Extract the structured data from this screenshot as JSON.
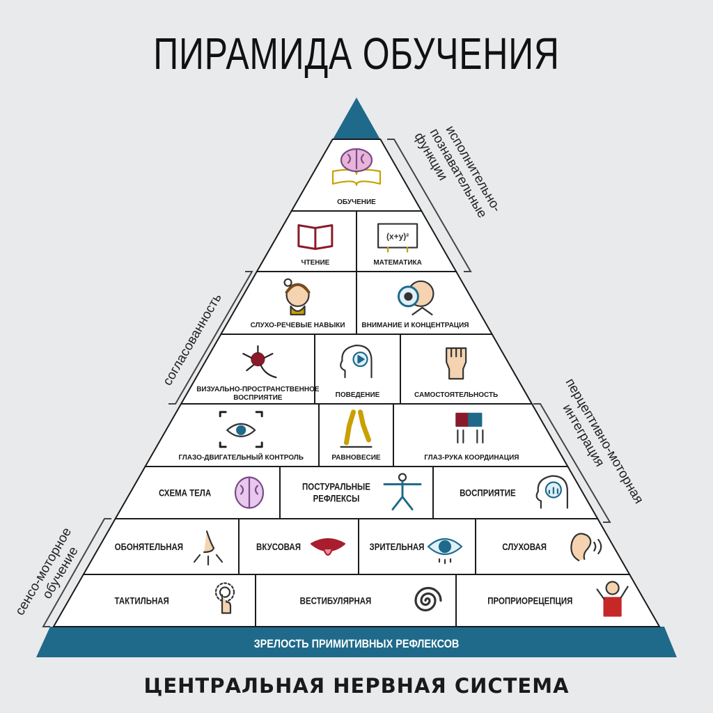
{
  "title": "ПИРАМИДА ОБУЧЕНИЯ",
  "footer": "ЦЕНТРАЛЬНАЯ НЕРВНАЯ СИСТЕМА",
  "base_label": "ЗРЕЛОСТЬ ПРИМИТИВНЫХ РЕФЛЕКСОВ",
  "colors": {
    "accent": "#1f6a8a",
    "line": "#1a1a1a",
    "background": "#e9eaec"
  },
  "rows": [
    {
      "cells": [
        {
          "label": "ОБУЧЕНИЕ",
          "icon": "brain-book-icon"
        }
      ]
    },
    {
      "cells": [
        {
          "label": "ЧТЕНИЕ",
          "icon": "book-icon"
        },
        {
          "label": "МАТЕМАТИКА",
          "icon": "formula-board-icon"
        }
      ]
    },
    {
      "cells": [
        {
          "label": "СЛУХО-РЕЧЕВЫЕ НАВЫКИ",
          "icon": "speaking-head-icon"
        },
        {
          "label": "ВНИМАНИЕ И КОНЦЕНТРАЦИЯ",
          "icon": "magnifier-person-icon"
        }
      ]
    },
    {
      "cells": [
        {
          "label": "ВИЗУАЛЬНО-ПРОСТРАНСТВЕННОЕ",
          "label2": "ВОСПРИЯТИЕ",
          "icon": "neuron-icon"
        },
        {
          "label": "ПОВЕДЕНИЕ",
          "icon": "head-gear-icon"
        },
        {
          "label": "САМОСТОЯТЕЛЬНОСТЬ",
          "icon": "raised-fist-icon"
        }
      ]
    },
    {
      "cells": [
        {
          "label": "ГЛАЗО-ДВИГАТЕЛЬНЫЙ КОНТРОЛЬ",
          "icon": "eye-focus-icon"
        },
        {
          "label": "РАВНОВЕСИЕ",
          "icon": "balancing-legs-icon"
        },
        {
          "label": "ГЛАЗ-РУКА КООРДИНАЦИЯ",
          "icon": "puzzle-hands-icon"
        }
      ]
    },
    {
      "cells": [
        {
          "label": "СХЕМА ТЕЛА",
          "icon": "brain-icon"
        },
        {
          "label": "ПОСТУРАЛЬНЫЕ",
          "label2": "РЕФЛЕКСЫ",
          "icon": "stretching-figure-icon"
        },
        {
          "label": "ВОСПРИЯТИЕ",
          "icon": "head-chart-icon"
        }
      ]
    },
    {
      "cells": [
        {
          "label": "ОБОНЯТЕЛЬНАЯ",
          "icon": "nose-icon"
        },
        {
          "label": "ВКУСОВАЯ",
          "icon": "mouth-tongue-icon"
        },
        {
          "label": "ЗРИТЕЛЬНАЯ",
          "icon": "eye-icon"
        },
        {
          "label": "СЛУХОВАЯ",
          "icon": "ear-icon"
        }
      ]
    },
    {
      "cells": [
        {
          "label": "ТАКТИЛЬНАЯ",
          "icon": "touch-finger-icon"
        },
        {
          "label": "ВЕСТИБУЛЯРНАЯ",
          "icon": "spiral-icon"
        },
        {
          "label": "ПРОПРИОРЕЦЕПЦИЯ",
          "icon": "person-balance-icon"
        }
      ]
    }
  ],
  "side_labels": {
    "executive": {
      "line1": "исполнительно-",
      "line2": "познавательные",
      "line3": "функции"
    },
    "coordination": {
      "line1": "согласованность"
    },
    "perceptual": {
      "line1": "перцептивно-моторная",
      "line2": "интеграция"
    },
    "sensomotor": {
      "line1": "сенсо-моторное",
      "line2": "обучение"
    }
  }
}
